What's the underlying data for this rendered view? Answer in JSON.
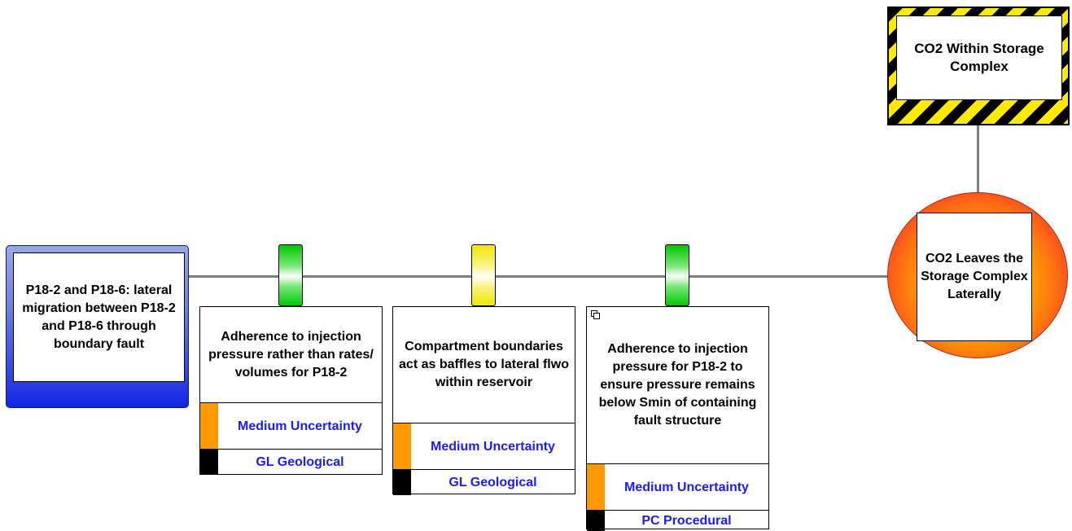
{
  "hazard": {
    "label": "CO2 Within Storage Complex"
  },
  "top_event": {
    "label": "CO2 Leaves the Storage Complex Laterally"
  },
  "threat": {
    "label": "P18-2 and P18-6: lateral migration between P18-2 and P18-6 through boundary fault"
  },
  "colors": {
    "effectiveness_green": "#00c800",
    "effectiveness_yellow": "#f3e600",
    "uncertainty_medium": "#ff9900",
    "category_swatch": "#000000",
    "row_text": "#1a1aff"
  },
  "barriers": [
    {
      "title": "Adherence to injection pressure rather than rates/ volumes for P18-2",
      "effectiveness": "green",
      "uncertainty": "Medium Uncertainty",
      "category": "GL Geological",
      "has_link_icon": false
    },
    {
      "title": "Compartment boundaries act as baffles to lateral flwo within reservoir",
      "effectiveness": "yellow",
      "uncertainty": "Medium Uncertainty",
      "category": "GL Geological",
      "has_link_icon": false
    },
    {
      "title": "Adherence to injection pressure for P18-2 to ensure pressure remains below Smin of containing fault structure",
      "effectiveness": "green",
      "uncertainty": "Medium Uncertainty",
      "category": "PC Procedural",
      "has_link_icon": true
    }
  ]
}
